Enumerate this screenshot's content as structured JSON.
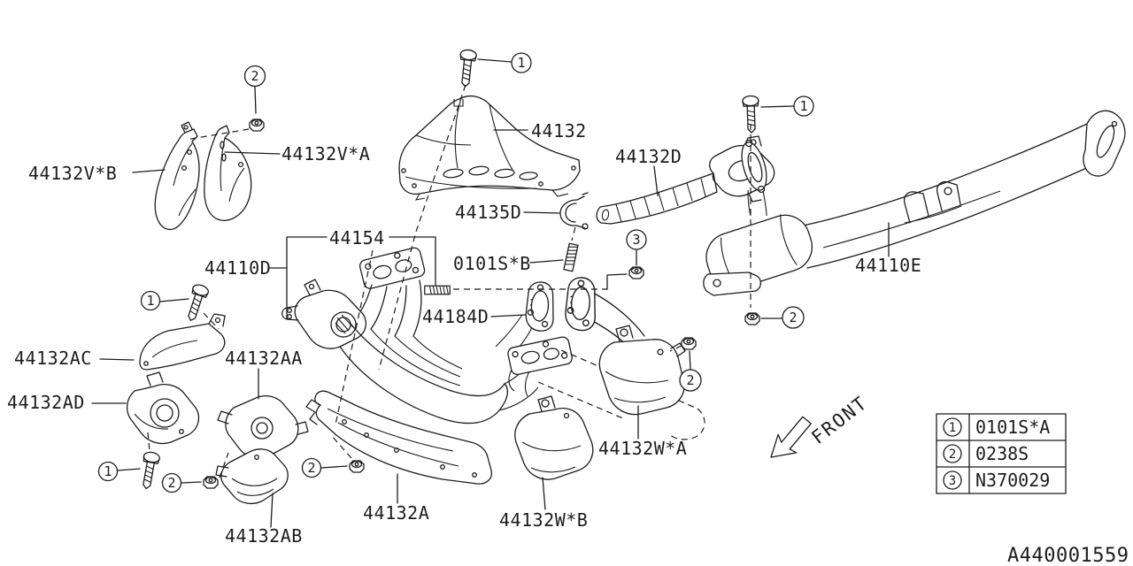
{
  "labels": [
    "44132V*B",
    "44132V*A",
    "44132",
    "44132D",
    "44135D",
    "0101S*B",
    "44154",
    "44110D",
    "44184D",
    "44110E",
    "44132AC",
    "44132AD",
    "44132AA",
    "44132AB",
    "44132A",
    "44132W*B",
    "44132W*A"
  ],
  "callouts": {
    "one": "1",
    "two": "2",
    "three": "3"
  },
  "legend": {
    "rows": [
      {
        "num": "1",
        "code": "0101S*A"
      },
      {
        "num": "2",
        "code": "0238S"
      },
      {
        "num": "3",
        "code": "N370029"
      }
    ]
  },
  "front_label": "FRONT",
  "doc_id": "A440001559",
  "colors": {
    "ink": "#1c1c1c",
    "background": "#ffffff"
  }
}
